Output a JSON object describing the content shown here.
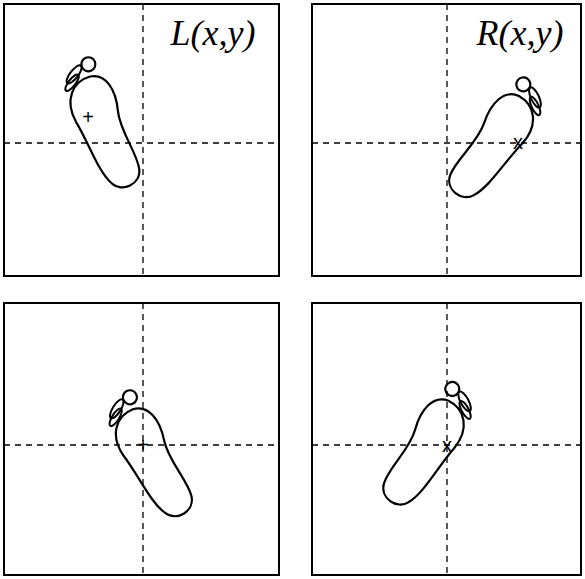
{
  "diagram": {
    "labels": [
      "L(x,y)",
      "R(x,y)",
      "+",
      "x",
      "+",
      "x"
    ]
  }
}
